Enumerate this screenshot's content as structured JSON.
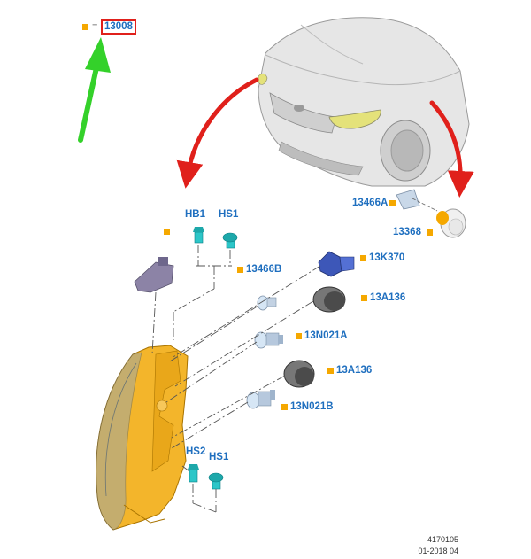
{
  "legend": {
    "equals": "=",
    "part_number": "13008"
  },
  "callouts": {
    "hb1": "HB1",
    "hs1_top": "HS1",
    "c13466b": "13466B",
    "c13k370": "13K370",
    "c13a136_a": "13A136",
    "c13n021a": "13N021A",
    "c13a136_b": "13A136",
    "c13n021b": "13N021B",
    "hs2": "HS2",
    "hs1_bottom": "HS1",
    "c13466a": "13466A",
    "c13368": "13368"
  },
  "footer": {
    "drawing_number": "4170105",
    "date_code": "01-2018 04"
  },
  "colors": {
    "callout_text": "#1f6fbf",
    "marker": "#f5a800",
    "highlight_box": "#e0201b",
    "arrow_red": "#e0201b",
    "arrow_green": "#34d12a",
    "housing": "#f3b52b"
  },
  "icons": [
    "green-arrow-icon",
    "red-arrow-icon",
    "orange-square-marker-icon"
  ]
}
